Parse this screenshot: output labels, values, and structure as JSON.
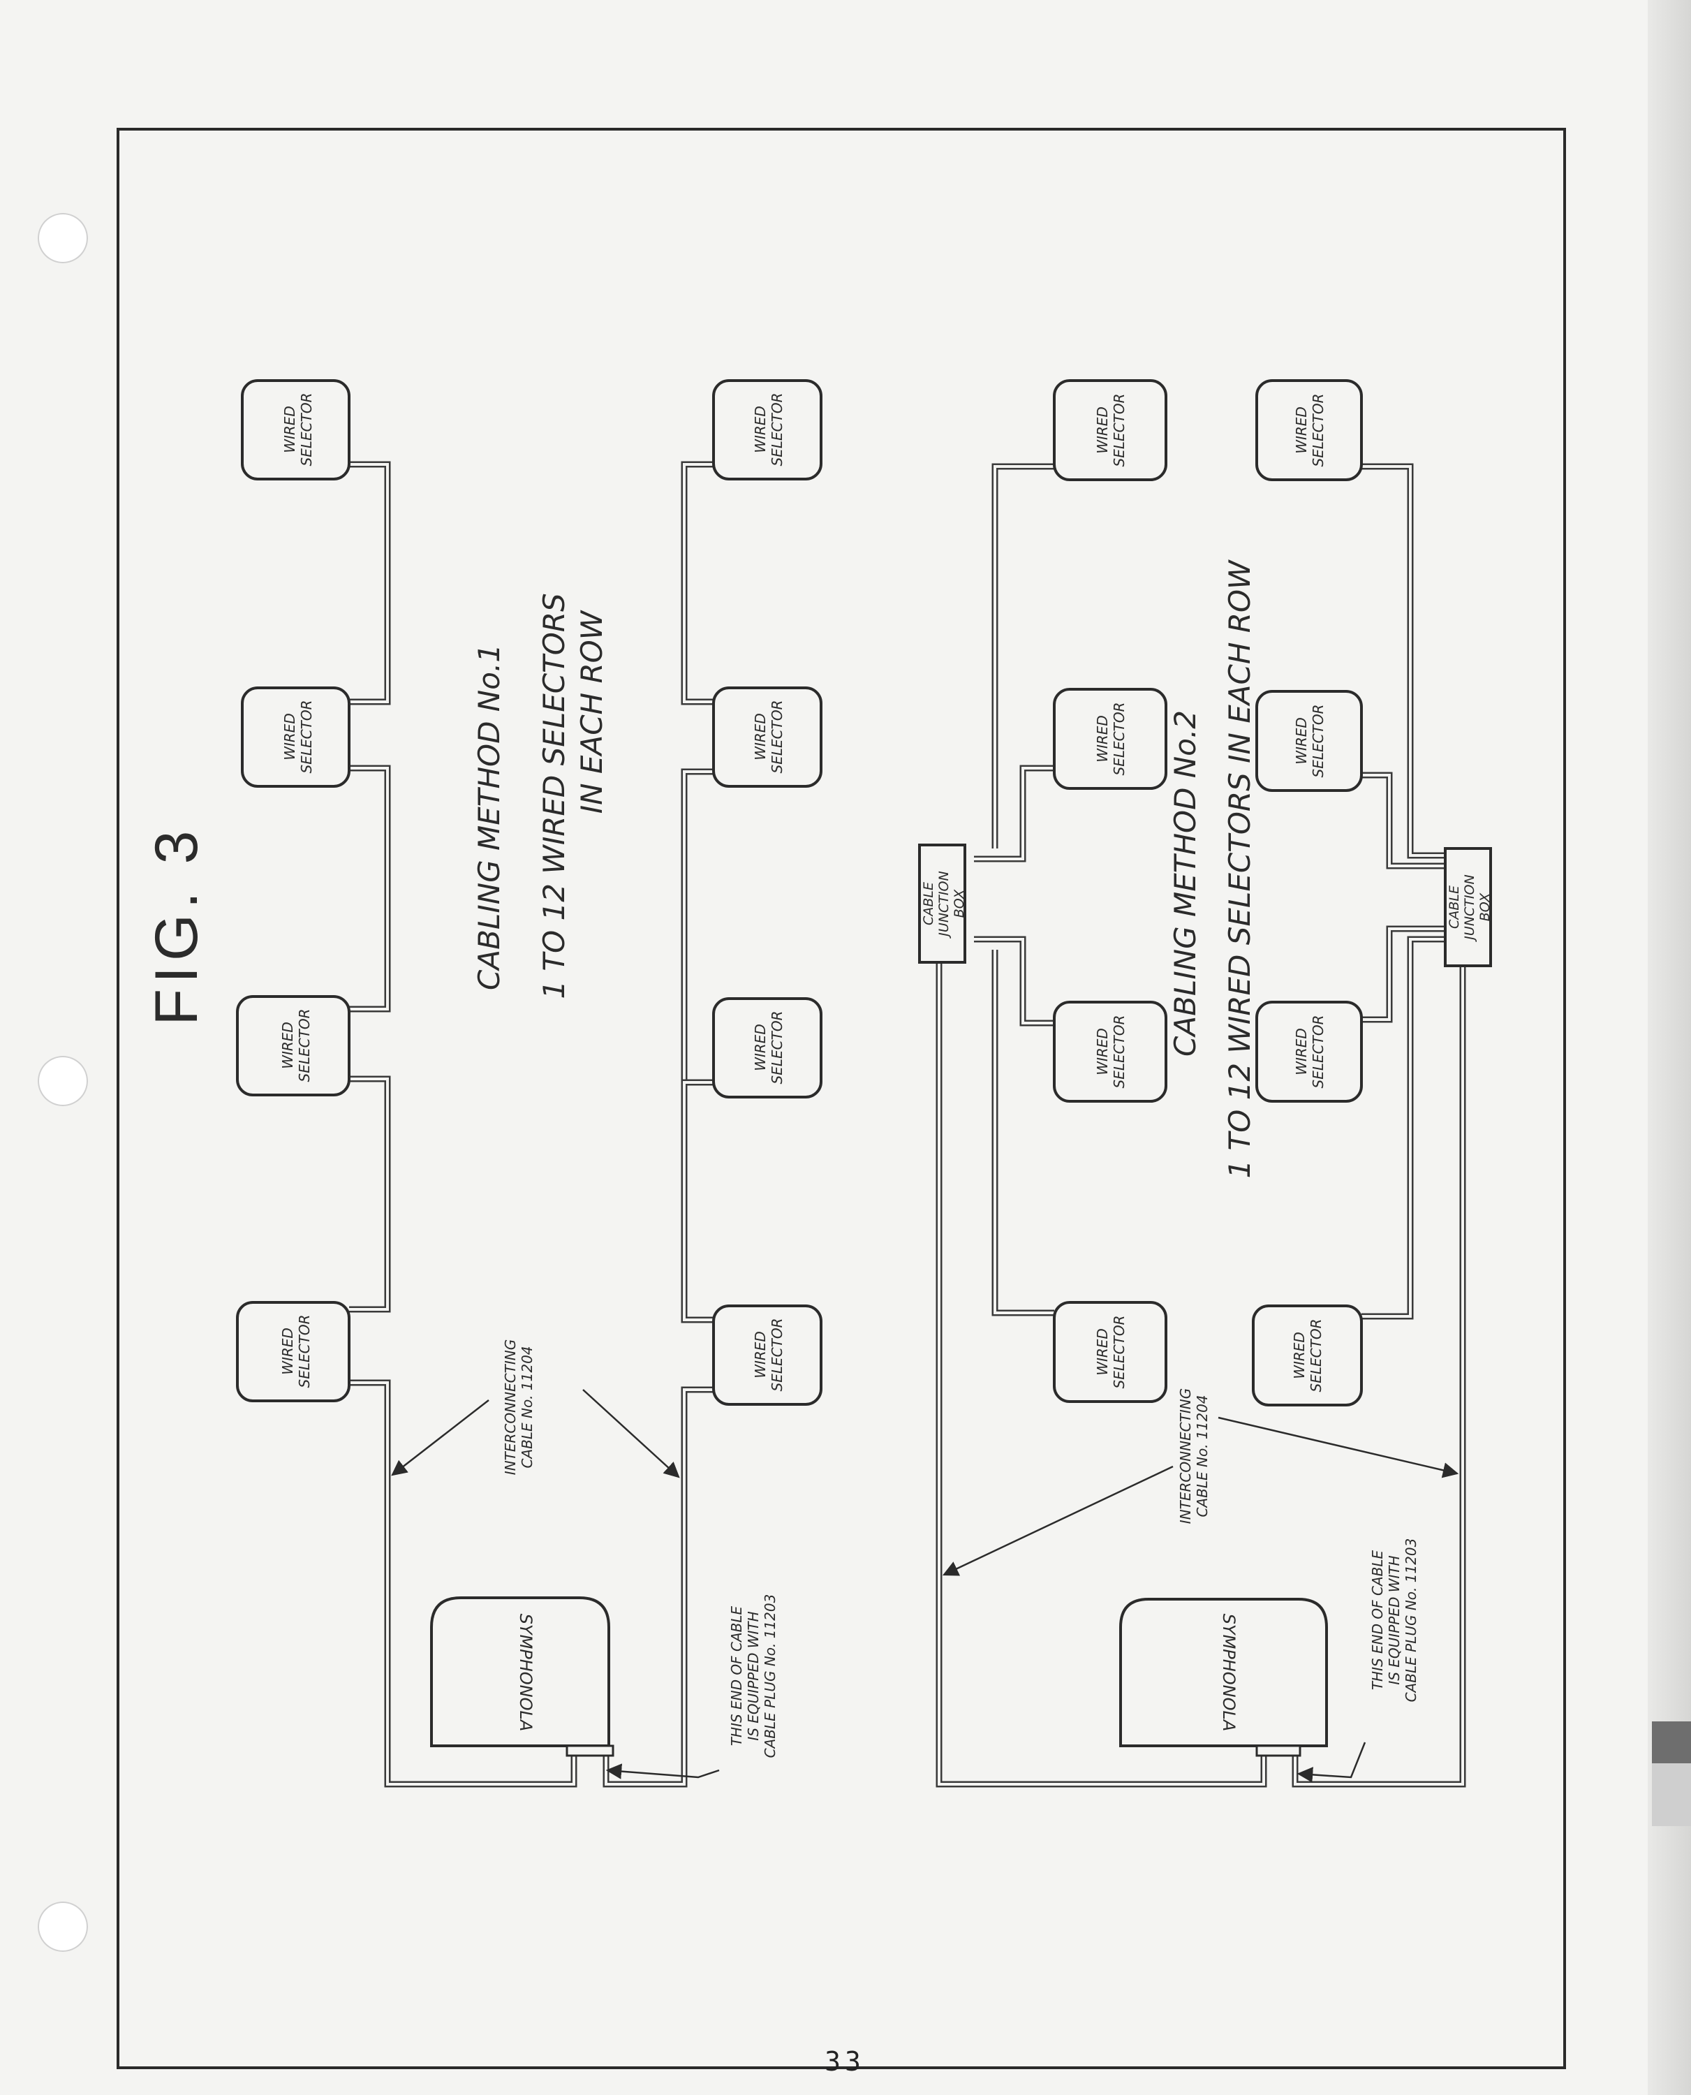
{
  "figure": {
    "title": "FIG. 3",
    "page_number": "33"
  },
  "method1": {
    "title": "CABLING METHOD No.1",
    "subtitle_1": "1 TO 12 WIRED SELECTORS",
    "subtitle_2": "IN EACH ROW",
    "selector_label_1": "WIRED",
    "selector_label_2": "SELECTOR",
    "symphonola": "SYMPHONOLA",
    "cable_label_1": "INTERCONNECTING",
    "cable_label_2": "CABLE No. 11204",
    "plug_note_1": "THIS END OF CABLE",
    "plug_note_2": "IS EQUIPPED WITH",
    "plug_note_3": "CABLE PLUG No. 11203"
  },
  "method2": {
    "title": "CABLING METHOD No.2",
    "subtitle": "1 TO 12 WIRED SELECTORS IN EACH ROW",
    "selector_label_1": "WIRED",
    "selector_label_2": "SELECTOR",
    "junction_1": "CABLE",
    "junction_2": "JUNCTION",
    "junction_3": "BOX",
    "symphonola": "SYMPHONOLA",
    "cable_label_1": "INTERCONNECTING",
    "cable_label_2": "CABLE No. 11204",
    "plug_note_1": "THIS END OF CABLE",
    "plug_note_2": "IS EQUIPPED WITH",
    "plug_note_3": "CABLE PLUG No. 11203"
  }
}
